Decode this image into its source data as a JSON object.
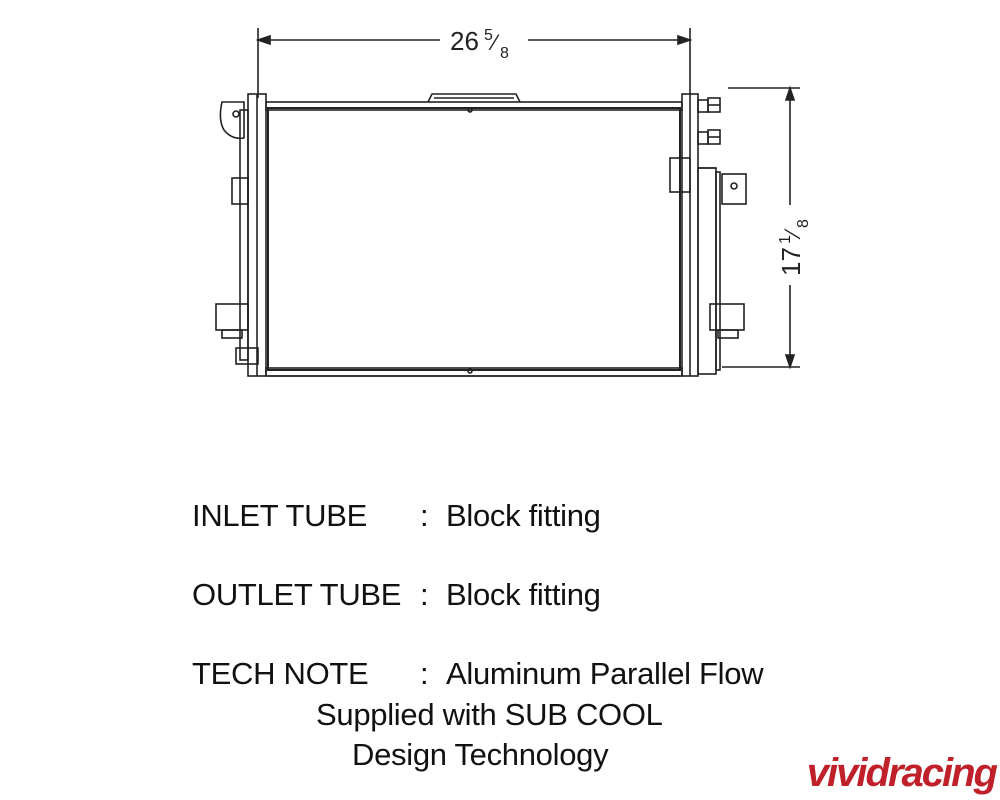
{
  "drawing": {
    "width_dim": {
      "whole": "26",
      "num": "5",
      "den": "8"
    },
    "height_dim": {
      "whole": "17",
      "num": "1",
      "den": "8"
    }
  },
  "specs": [
    {
      "label": "INLET TUBE",
      "colon": ":",
      "value": "Block fitting"
    },
    {
      "label": "OUTLET TUBE",
      "colon": ":",
      "value": "Block fitting"
    },
    {
      "label": "TECH NOTE",
      "colon": ":",
      "value": "Aluminum Parallel Flow"
    }
  ],
  "tech_note_lines": [
    "Supplied with SUB COOL",
    "Design Technology"
  ],
  "logo": {
    "text": "vividracing",
    "color": "#c0202a"
  }
}
